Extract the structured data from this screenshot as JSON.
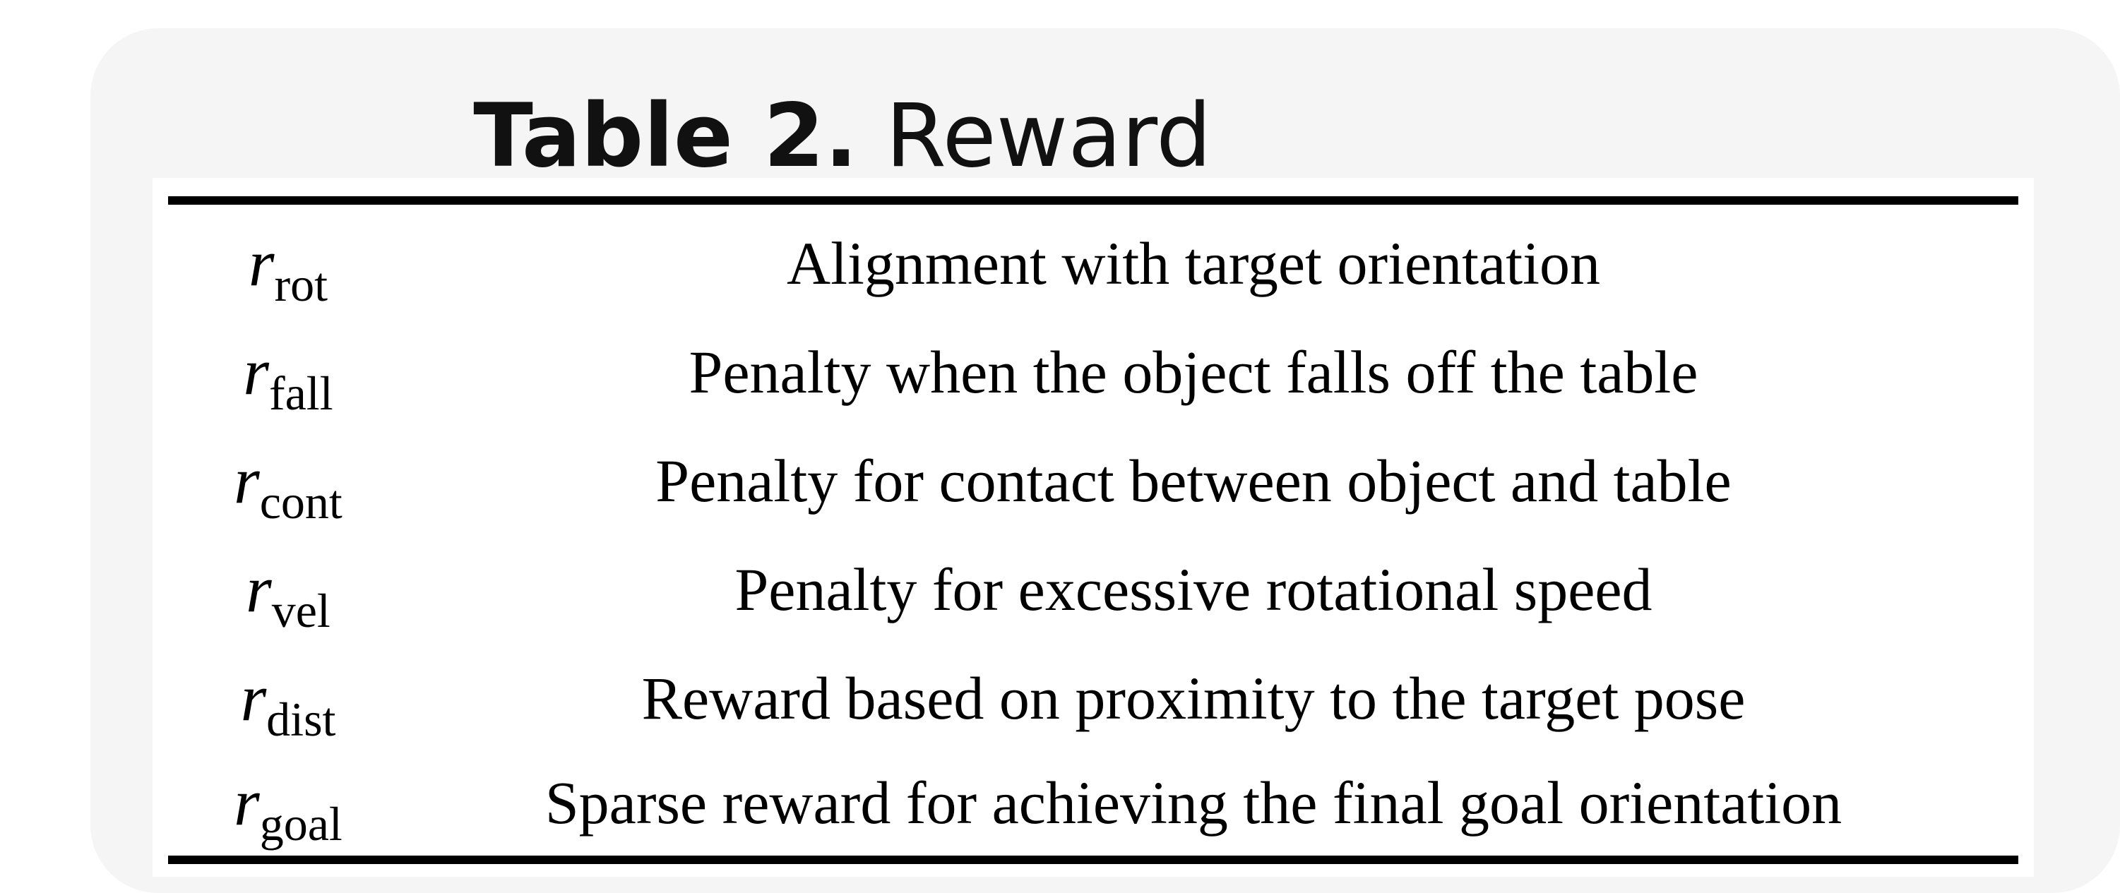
{
  "title": {
    "label": "Table 2.",
    "text": "Reward"
  },
  "table": {
    "rows": [
      {
        "symbol": "r",
        "subscript": "rot",
        "description": "Alignment with target orientation"
      },
      {
        "symbol": "r",
        "subscript": "fall",
        "description": "Penalty when the object falls off the table"
      },
      {
        "symbol": "r",
        "subscript": "cont",
        "description": "Penalty for contact between object and table"
      },
      {
        "symbol": "r",
        "subscript": "vel",
        "description": "Penalty for excessive rotational speed"
      },
      {
        "symbol": "r",
        "subscript": "dist",
        "description": "Reward based on proximity to the target pose"
      },
      {
        "symbol": "r",
        "subscript": "goal",
        "description": "Sparse reward for achieving the final goal orientation"
      }
    ]
  }
}
